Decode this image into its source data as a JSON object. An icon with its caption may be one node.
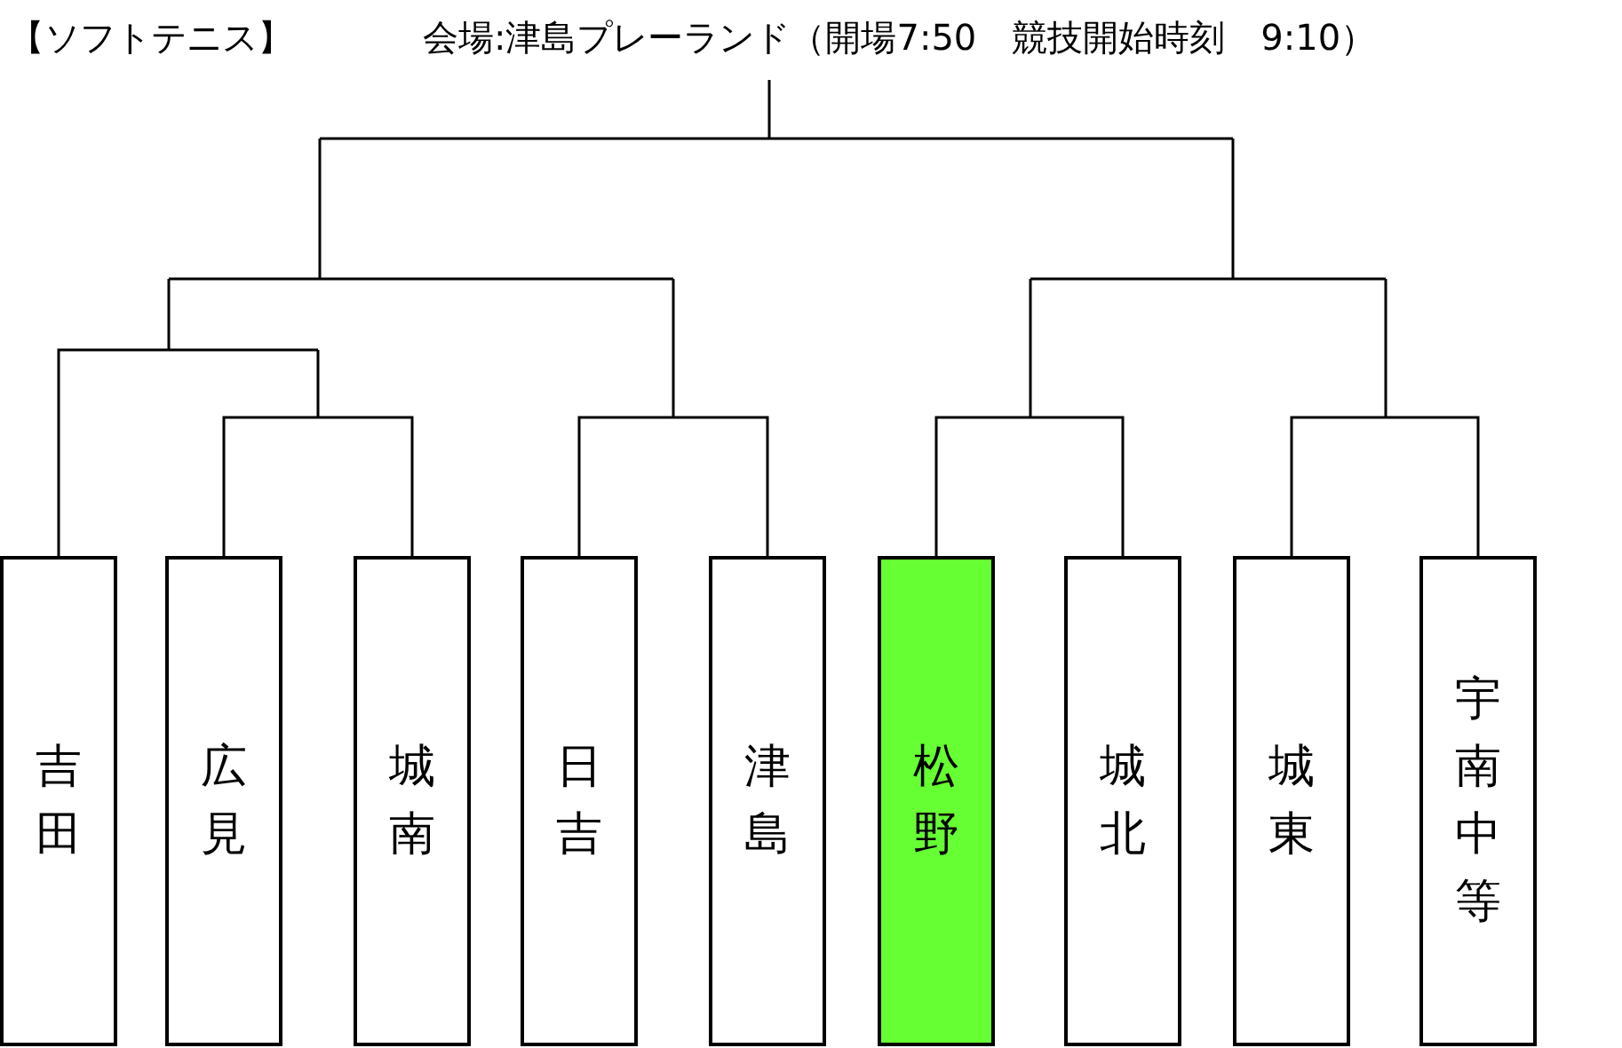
{
  "diagram": {
    "title": "【ソフトテニス】",
    "nodes": [
      {
        "text": [
          "吉田"
        ]
      },
      {
        "text": [
          "広見"
        ]
      },
      {
        "text": [
          "城南"
        ]
      },
      {
        "text": [
          "日吉"
        ]
      },
      {
        "text": [
          "津島"
        ]
      },
      {
        "text": [
          "松野"
        ]
      },
      {
        "text": [
          "城北"
        ]
      },
      {
        "text": [
          "城東"
        ]
      },
      {
        "text": [
          "宇南中等"
        ]
      }
    ],
    "labels": [
      "会場:津島プレーランド（開場7:50　競技開始時刻　9:10）"
    ]
  }
}
